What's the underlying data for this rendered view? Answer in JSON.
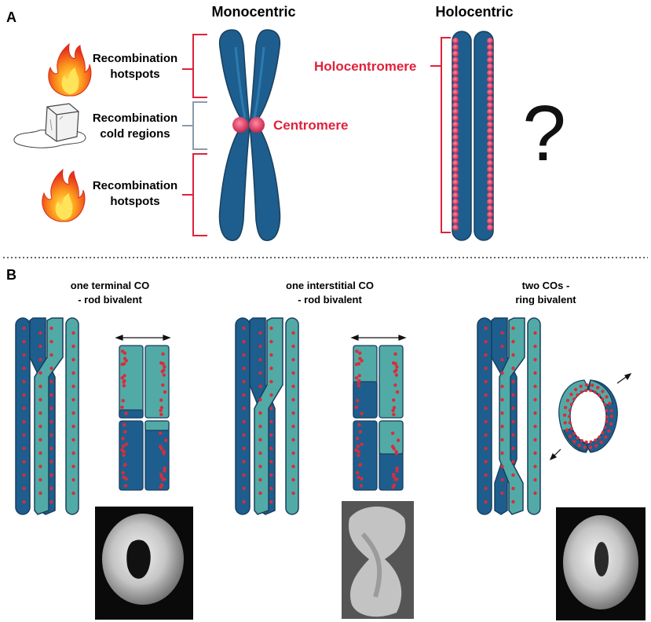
{
  "panel_a": {
    "label": "A",
    "monocentric_title": "Monocentric",
    "holocentric_title": "Holocentric",
    "hotspot_top": [
      "Recombination",
      "hotspots"
    ],
    "cold_regions": [
      "Recombination",
      "cold regions"
    ],
    "hotspot_bottom": [
      "Recombination",
      "hotspots"
    ],
    "centromere_label": "Centromere",
    "holocentromere_label": "Holocentromere",
    "question_mark": "?"
  },
  "panel_b": {
    "label": "B",
    "col1_title": [
      "one terminal CO",
      "- rod bivalent"
    ],
    "col2_title": [
      "one interstitial CO",
      "- rod bivalent"
    ],
    "col3_title": [
      "two COs -",
      "ring bivalent"
    ]
  },
  "colors": {
    "dark_chromatid": "#1d5e8e",
    "light_chromatid": "#52aaa6",
    "outline": "#1a3f5e",
    "centromere_red": "#e0213a",
    "dot_red": "#d92d3a",
    "text_red": "#e0213a",
    "bracket_gray": "#8c9bab"
  }
}
